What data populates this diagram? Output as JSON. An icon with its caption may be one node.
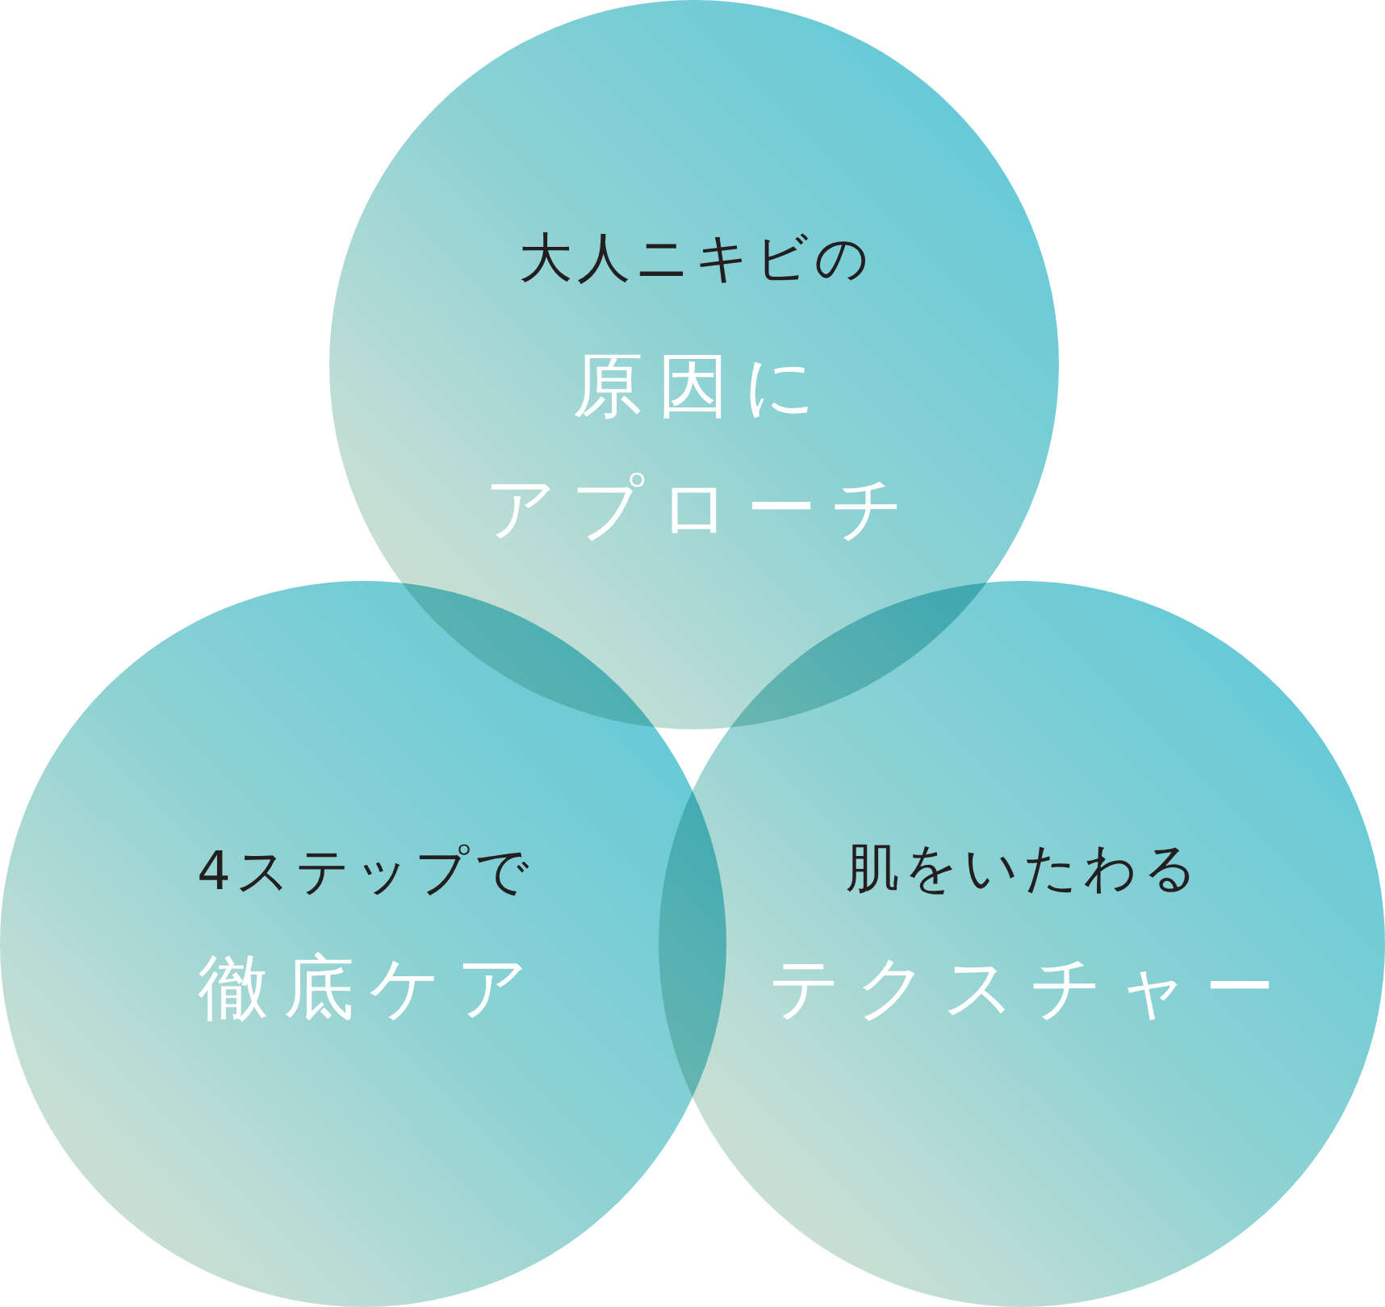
{
  "diagram": {
    "nodes": [
      {
        "text": [
          "大人ニキビの",
          "原因に",
          "アプローチ"
        ]
      },
      {
        "text": [
          "4ステップで",
          "徹底ケア"
        ]
      },
      {
        "text": [
          "肌をいたわる",
          "テクスチャー"
        ]
      }
    ]
  }
}
